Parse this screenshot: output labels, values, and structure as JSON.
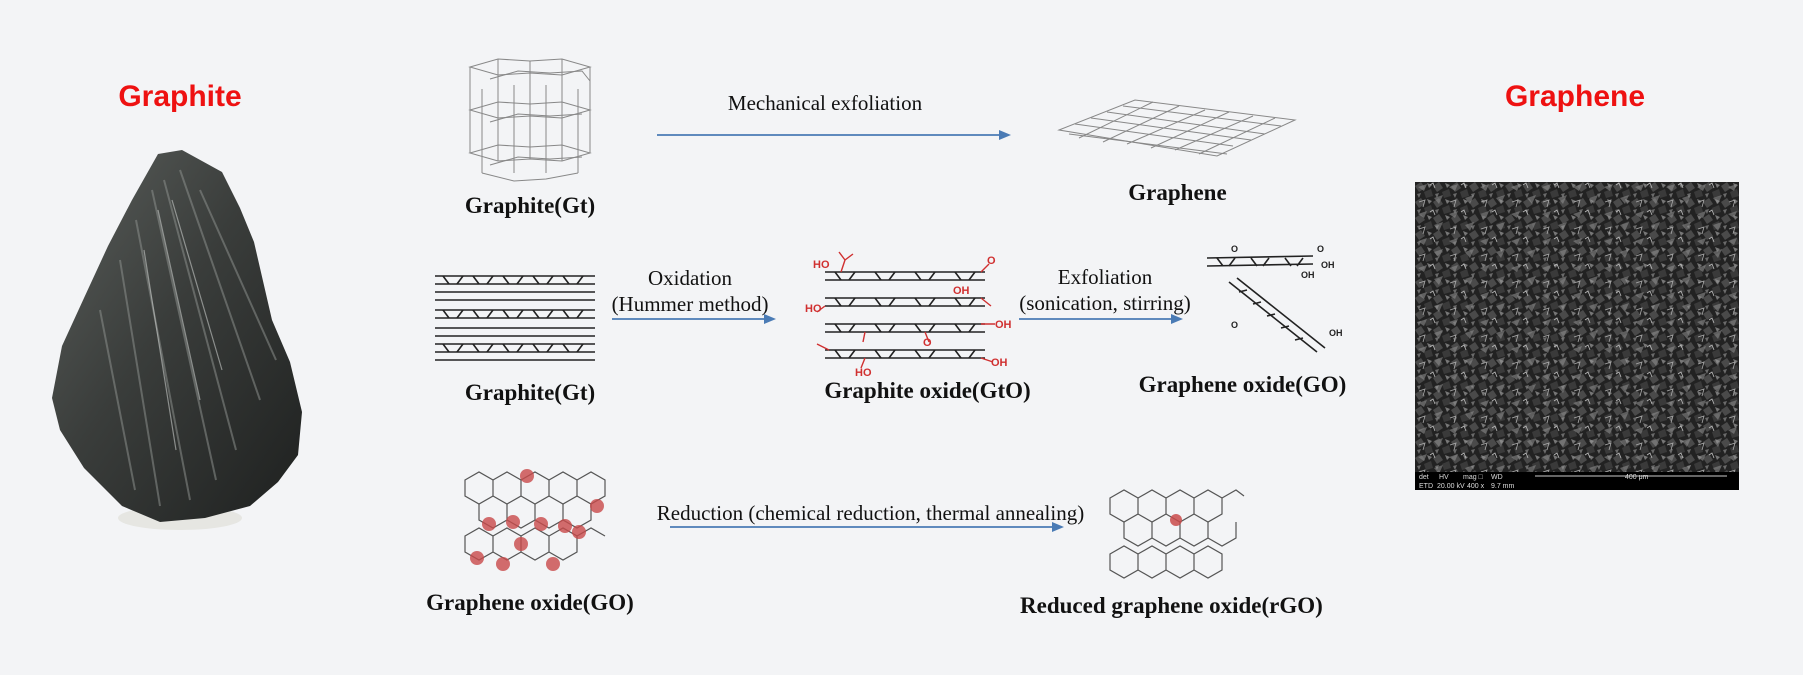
{
  "titles": {
    "left": "Graphite",
    "right": "Graphene"
  },
  "row1": {
    "start_label": "Graphite(Gt)",
    "step": "Mechanical exfoliation",
    "end_label": "Graphene"
  },
  "row2": {
    "start_label": "Graphite(Gt)",
    "step1_line1": "Oxidation",
    "step1_line2": "(Hummer method)",
    "mid_label": "Graphite oxide(GtO)",
    "step2_line1": "Exfoliation",
    "step2_line2": "(sonication, stirring)",
    "end_label": "Graphene oxide(GO)",
    "groups": {
      "ho": "HO",
      "oh": "OH",
      "o": "O"
    }
  },
  "row3": {
    "start_label": "Graphene oxide(GO)",
    "step": "Reduction (chemical reduction, thermal annealing)",
    "end_label": "Reduced graphene oxide(rGO)"
  },
  "sem": {
    "det": "det",
    "hv": "HV",
    "mag": "mag □",
    "wd": "WD",
    "etd": "ETD",
    "kv": "20.00 kV",
    "x": "400 x",
    "mm": "9.7 mm",
    "scale": "400 μm"
  },
  "colors": {
    "title_red": "#ee1111",
    "arrow": "#4a7bb5",
    "functional_group": "#d03030",
    "background": "#f3f4f6"
  },
  "icons": {
    "rock": "graphite-rock-photo",
    "sem": "graphene-sem-micrograph"
  }
}
